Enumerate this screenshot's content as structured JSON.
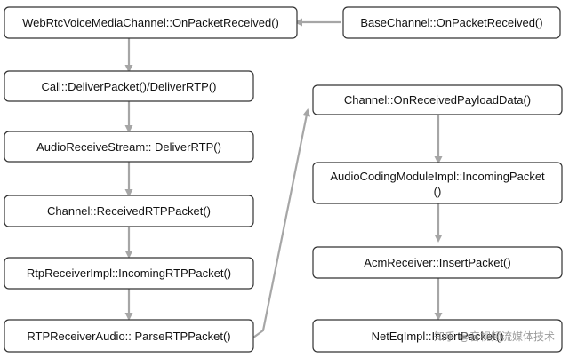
{
  "nodes": {
    "webrtc_voice": {
      "label": "WebRtcVoiceMediaChannel::OnPacketReceived()"
    },
    "base_channel": {
      "label": "BaseChannel::OnPacketReceived()"
    },
    "call_deliver": {
      "label": "Call::DeliverPacket()/DeliverRTP()"
    },
    "audio_receive_stream": {
      "label": "AudioReceiveStream:: DeliverRTP()"
    },
    "channel_received_rtp": {
      "label": "Channel::ReceivedRTPPacket()"
    },
    "rtp_receiver_impl": {
      "label": "RtpReceiverImpl::IncomingRTPPacket()"
    },
    "rtp_receiver_audio": {
      "label": "RTPReceiverAudio:: ParseRTPPacket()"
    },
    "channel_on_payload": {
      "label": "Channel::OnReceivedPayloadData()"
    },
    "acm_impl": {
      "label_line1": "AudioCodingModuleImpl::IncomingPacket",
      "label_line2": "()"
    },
    "acm_receiver": {
      "label": "AcmReceiver::InsertPacket()"
    },
    "neteq": {
      "label": "NetEqImpl::InsertPacket()"
    }
  },
  "watermark": {
    "text": "知乎 @音视频流媒体技术"
  },
  "colors": {
    "box_border": "#333333",
    "box_fill": "#ffffff",
    "arrow": "#a6a6a6",
    "text": "#111111"
  }
}
